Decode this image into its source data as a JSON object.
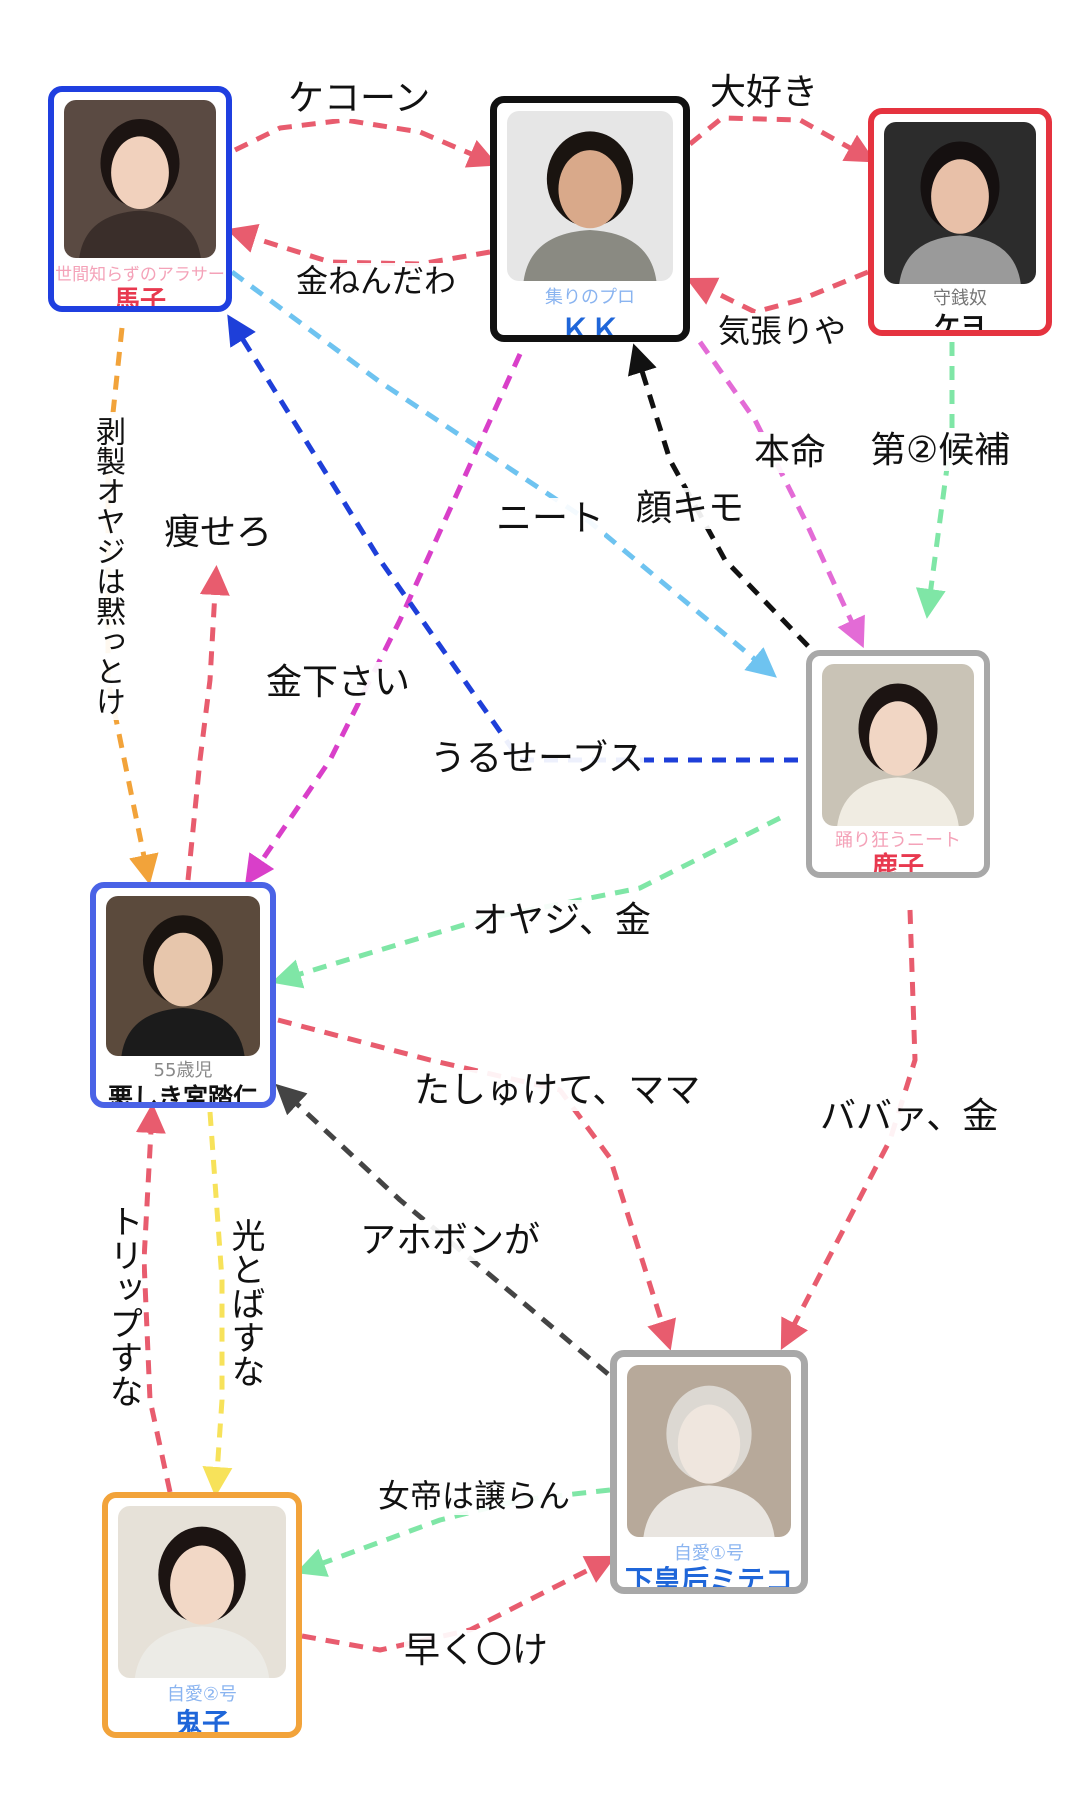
{
  "nodes": [
    {
      "key": "mako",
      "subtitle": "世間知らずのアラサー",
      "name": "馬子",
      "subtitle_color": "#f4a2b8",
      "name_color": "#e8394f",
      "border_color": "#1f3fe0"
    },
    {
      "key": "kk",
      "subtitle": "集りのプロ",
      "name": "ＫＫ",
      "subtitle_color": "#8ab4f0",
      "name_color": "#1f66d9",
      "border_color": "#111111"
    },
    {
      "key": "keyo",
      "subtitle": "守銭奴",
      "name": "ケヨ",
      "subtitle_color": "#777777",
      "name_color": "#111111",
      "border_color": "#e5333f"
    },
    {
      "key": "kako",
      "subtitle": "踊り狂うニート",
      "name": "鹿子",
      "subtitle_color": "#f4a2b8",
      "name_color": "#e8394f",
      "border_color": "#a8a8a8"
    },
    {
      "key": "father",
      "subtitle": "55歳児",
      "name": "悪しき宮踏仁",
      "subtitle_color": "#888888",
      "name_color": "#111111",
      "border_color": "#4a63e6"
    },
    {
      "key": "empress",
      "subtitle": "自愛①号",
      "name": "下皇后ミテコ",
      "subtitle_color": "#8ab4f0",
      "name_color": "#1f66d9",
      "border_color": "#a8a8a8"
    },
    {
      "key": "kiko",
      "subtitle": "自愛②号",
      "name": "鬼子",
      "subtitle_color": "#8ab4f0",
      "name_color": "#1f66d9",
      "border_color": "#f2a33a"
    }
  ],
  "edges": [
    {
      "key": "e1",
      "label": "ケコーン",
      "color": "#e85c6e"
    },
    {
      "key": "e2",
      "label": "金ねんだわ",
      "color": "#e85c6e"
    },
    {
      "key": "e3",
      "label": "大好き",
      "color": "#e85c6e"
    },
    {
      "key": "e4",
      "label": "気張りや",
      "color": "#e85c6e"
    },
    {
      "key": "e5",
      "label": "ニート",
      "color": "#6ec3f0"
    },
    {
      "key": "e6",
      "label": "剥製オヤジは黙っとけ",
      "color": "#f2a33a"
    },
    {
      "key": "e7",
      "label": "痩せろ",
      "color": "#e85c6e"
    },
    {
      "key": "e8",
      "label": "金下さい",
      "color": "#d93fc9"
    },
    {
      "key": "e9",
      "label": "うるせーブス",
      "color": "#1e3fd9"
    },
    {
      "key": "e10",
      "label": "顔キモ",
      "color": "#111111"
    },
    {
      "key": "e11",
      "label": "本命",
      "color": "#e36bd6"
    },
    {
      "key": "e12",
      "label": "第②候補",
      "color": "#7fe6a6"
    },
    {
      "key": "e13",
      "label": "オヤジ、金",
      "color": "#7fe6a6"
    },
    {
      "key": "e14",
      "label": "たしゅけて、ママ",
      "color": "#e85c6e"
    },
    {
      "key": "e15",
      "label": "ババァ、金",
      "color": "#e85c6e"
    },
    {
      "key": "e16",
      "label": "アホボンが",
      "color": "#444444"
    },
    {
      "key": "e17",
      "label": "トリップすな",
      "color": "#e85c6e"
    },
    {
      "key": "e18",
      "label": "光とばすな",
      "color": "#f7e25a"
    },
    {
      "key": "e19",
      "label": "女帝は譲らん",
      "color": "#7fe6a6"
    },
    {
      "key": "e20",
      "label": "早く〇け",
      "color": "#e85c6e"
    }
  ]
}
